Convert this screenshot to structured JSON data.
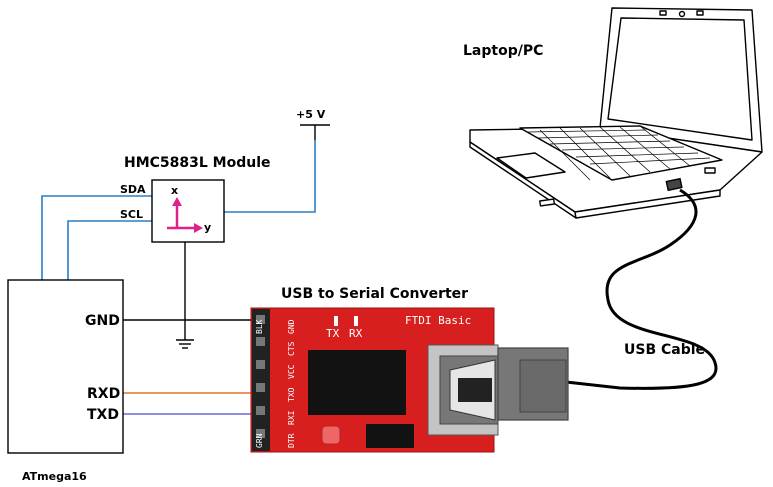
{
  "title": "",
  "laptop": {
    "label": "Laptop/PC"
  },
  "sensor": {
    "label": "HMC5883L Module",
    "pin_sda": "SDA",
    "pin_scl": "SCL",
    "axis_x": "x",
    "axis_y": "y"
  },
  "power": {
    "label": "+5 V"
  },
  "mcu": {
    "label": "ATmega16",
    "pin_gnd": "GND",
    "pin_rxd": "RXD",
    "pin_txd": "TXD"
  },
  "converter": {
    "label": "USB to Serial Converter",
    "board_text": "FTDI Basic",
    "led_tx": "TX",
    "led_rx": "RX",
    "pins": [
      "BLK",
      "GND",
      "CTS",
      "VCC",
      "TXO",
      "RXI",
      "DTR",
      "GRN"
    ]
  },
  "cable": {
    "label": "USB Cable"
  },
  "colors": {
    "wire_blue": "#2a7fc7",
    "wire_orange": "#e8722a",
    "wire_purple": "#6b6bd6",
    "board_red": "#d81f1f",
    "axis_magenta": "#e0218a"
  }
}
